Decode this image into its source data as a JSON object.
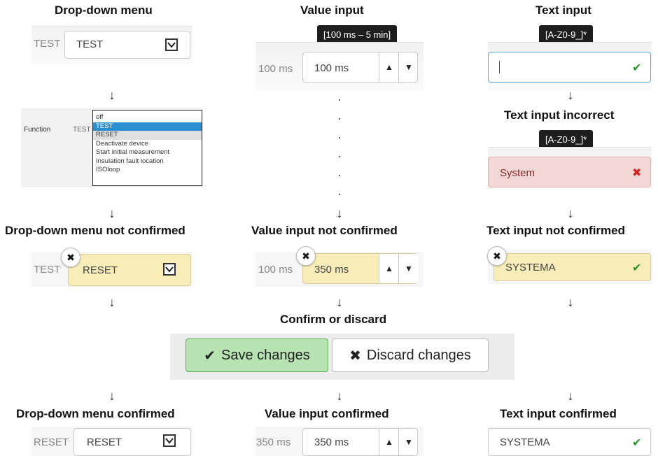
{
  "columns": {
    "dropdown": {
      "heading": "Drop-down menu",
      "current": "TEST",
      "value": "TEST",
      "list": {
        "field_label": "Function",
        "field_value": "TEST",
        "options": [
          "off",
          "TEST",
          "RESET",
          "Deactivate device",
          "Start initial measurement",
          "Insulation fault location",
          "ISOloop"
        ],
        "selected": "TEST",
        "hovered": "RESET"
      },
      "not_confirmed_heading": "Drop-down menu not confirmed",
      "not_confirmed_current": "TEST",
      "not_confirmed_value": "RESET",
      "confirmed_heading": "Drop-down menu confirmed",
      "confirmed_current": "RESET",
      "confirmed_value": "RESET"
    },
    "value": {
      "heading": "Value input",
      "tooltip": "[100 ms – 5 min]",
      "current": "100 ms",
      "value": "100 ms",
      "not_confirmed_heading": "Value input not confirmed",
      "not_confirmed_current": "100 ms",
      "not_confirmed_value": "350 ms",
      "confirmed_heading": "Value input confirmed",
      "confirmed_current": "350 ms",
      "confirmed_value": "350 ms"
    },
    "text": {
      "heading": "Text input",
      "tooltip": "[A-Z0-9_]*",
      "value": "",
      "incorrect_heading": "Text input incorrect",
      "incorrect_tooltip": "[A-Z0-9_]*",
      "incorrect_value": "System",
      "not_confirmed_heading": "Text input not confirmed",
      "not_confirmed_value": "SYSTEMA",
      "confirmed_heading": "Text input confirmed",
      "confirmed_value": "SYSTEMA"
    }
  },
  "confirm": {
    "heading": "Confirm or discard",
    "save_label": "Save changes",
    "discard_label": "Discard changes"
  },
  "glyphs": {
    "arrow": "↓",
    "check": "✔",
    "cross": "✖",
    "dismiss": "✖",
    "spin_up": "▲",
    "spin_down": "▼"
  },
  "icons": [
    "chevron-down-icon",
    "check-icon",
    "cross-icon",
    "dismiss-icon",
    "spin-up-icon",
    "spin-down-icon"
  ],
  "colors": {
    "pending": "#f8ecb8",
    "error": "#f4d7d7",
    "focus": "#5aa6df",
    "save": "#b7e2b1",
    "valid": "#2a9a2a",
    "invalid": "#d02020",
    "selected_option": "#2a8fd1"
  }
}
